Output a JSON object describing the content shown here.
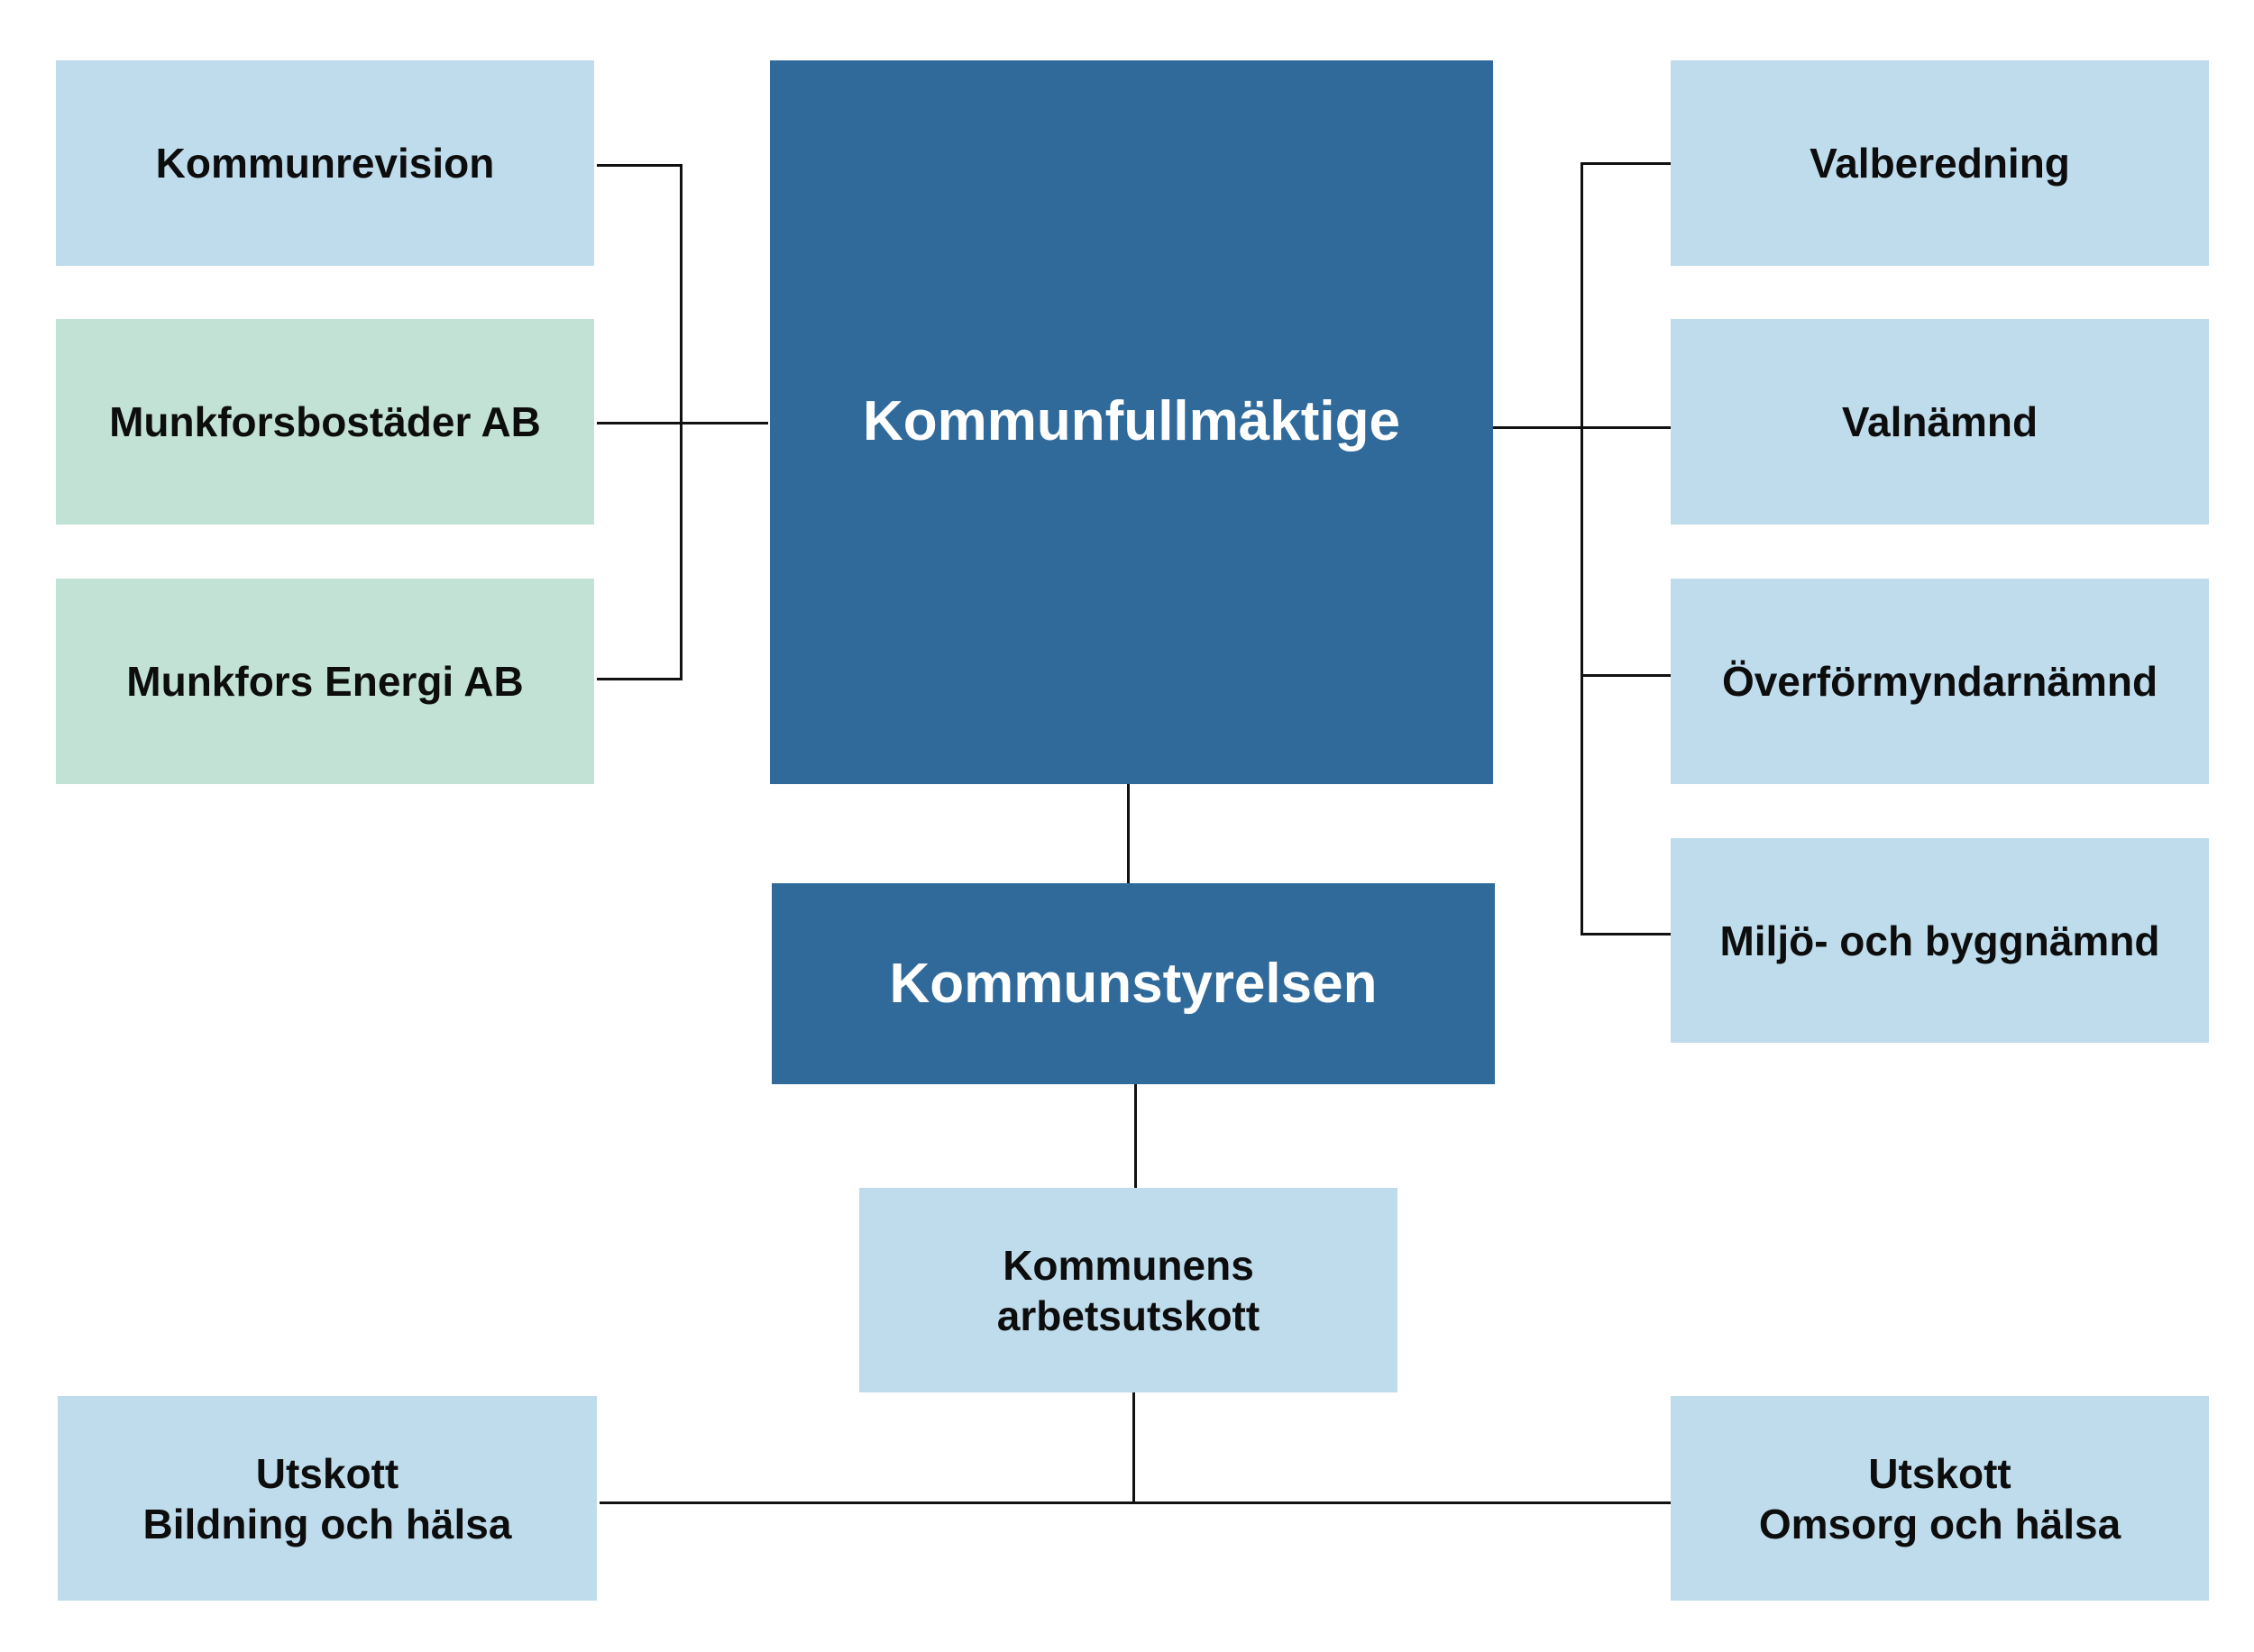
{
  "center": {
    "council": "Kommunfullmäktige",
    "board": "Kommunstyrelsen",
    "working_committee_line1": "Kommunens",
    "working_committee_line2": "arbetsutskott"
  },
  "left": [
    "Kommunrevision",
    "Munkforsbostäder AB",
    "Munkfors Energi AB"
  ],
  "right": [
    "Valberedning",
    "Valnämnd",
    "Överförmyndarnämnd",
    "Miljö- och byggnämnd"
  ],
  "committees": {
    "left_line1": "Utskott",
    "left_line2": "Bildning och hälsa",
    "right_line1": "Utskott",
    "right_line2": "Omsorg och hälsa"
  },
  "colors": {
    "dark_box": "#306a9b",
    "light_box": "#bfdcec",
    "company_box": "#c3e2d6",
    "connector": "#111111"
  }
}
